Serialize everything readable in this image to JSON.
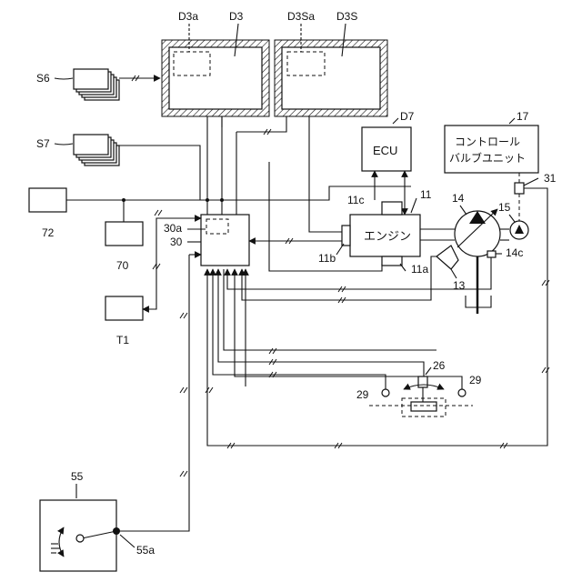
{
  "labels": {
    "D3a": "D3a",
    "D3": "D3",
    "D3Sa": "D3Sa",
    "D3S": "D3S",
    "S6": "S6",
    "S7": "S7",
    "D7": "D7",
    "ecu": "ECU",
    "n17": "17",
    "control_valve_unit_l1": "コントロール",
    "control_valve_unit_l2": "バルブユニット",
    "n31": "31",
    "n11c": "11c",
    "n11": "11",
    "n14": "14",
    "n15": "15",
    "engine": "エンジン",
    "n72": "72",
    "n30a": "30a",
    "n30": "30",
    "n70": "70",
    "n11b": "11b",
    "n11a": "11a",
    "n14c": "14c",
    "n13": "13",
    "T1": "T1",
    "n26": "26",
    "n29_left": "29",
    "n29_right": "29",
    "n55": "55",
    "n55a": "55a"
  },
  "icons": [
    "display-d3",
    "display-d3s",
    "sensor-stack-s6",
    "sensor-stack-s7",
    "engine",
    "pump-14",
    "pump-15",
    "operation-lever-55"
  ]
}
